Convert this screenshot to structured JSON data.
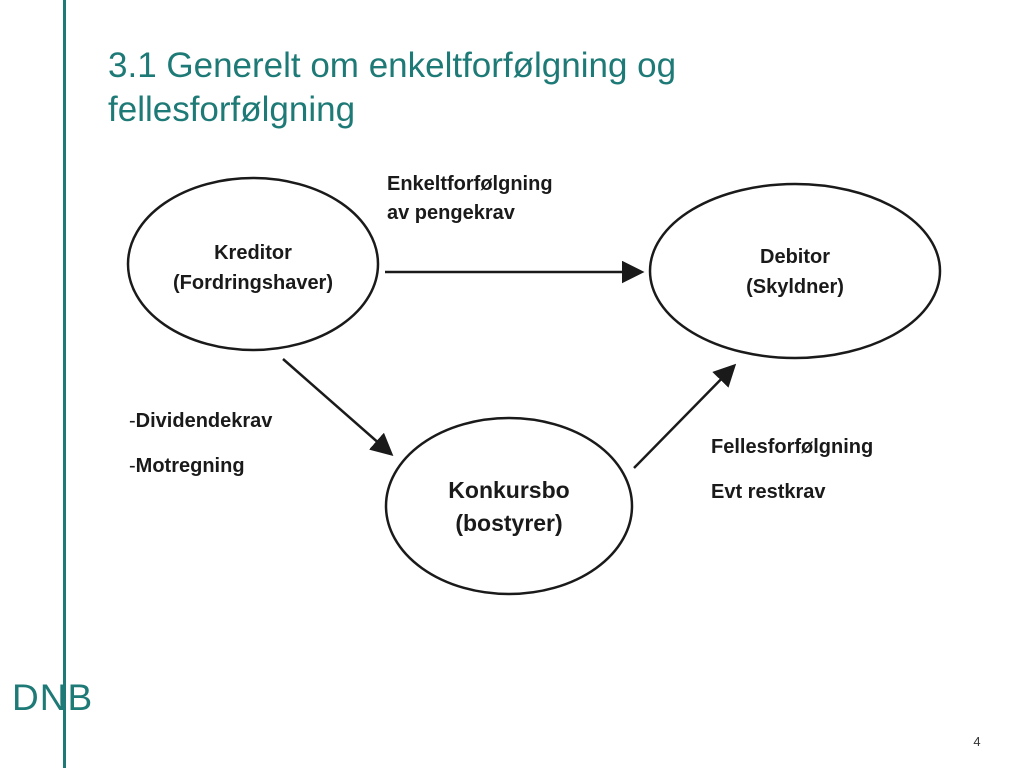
{
  "colors": {
    "accent": "#1e7a76",
    "ink": "#1a1a1a",
    "background": "#ffffff"
  },
  "slide": {
    "title_line1": "3.1 Generelt om enkeltforfølgning og",
    "title_line2": "fellesforfølgning",
    "logo_text": "DNB",
    "page_number": "4"
  },
  "nodes": {
    "kreditor": {
      "line1": "Kreditor",
      "line2": "(Fordringshaver)"
    },
    "debitor": {
      "line1": "Debitor",
      "line2": "(Skyldner)"
    },
    "konkursbo": {
      "line1": "Konkursbo",
      "line2": "(bostyrer)"
    }
  },
  "annotations": {
    "enkelt_line1": "Enkeltforfølgning",
    "enkelt_line2": "av pengekrav",
    "dash": "-",
    "dividendekrav": "Dividendekrav",
    "motregning": "Motregning",
    "fellesforfolgning": "Fellesforfølgning",
    "evt_restkrav": "Evt restkrav"
  }
}
